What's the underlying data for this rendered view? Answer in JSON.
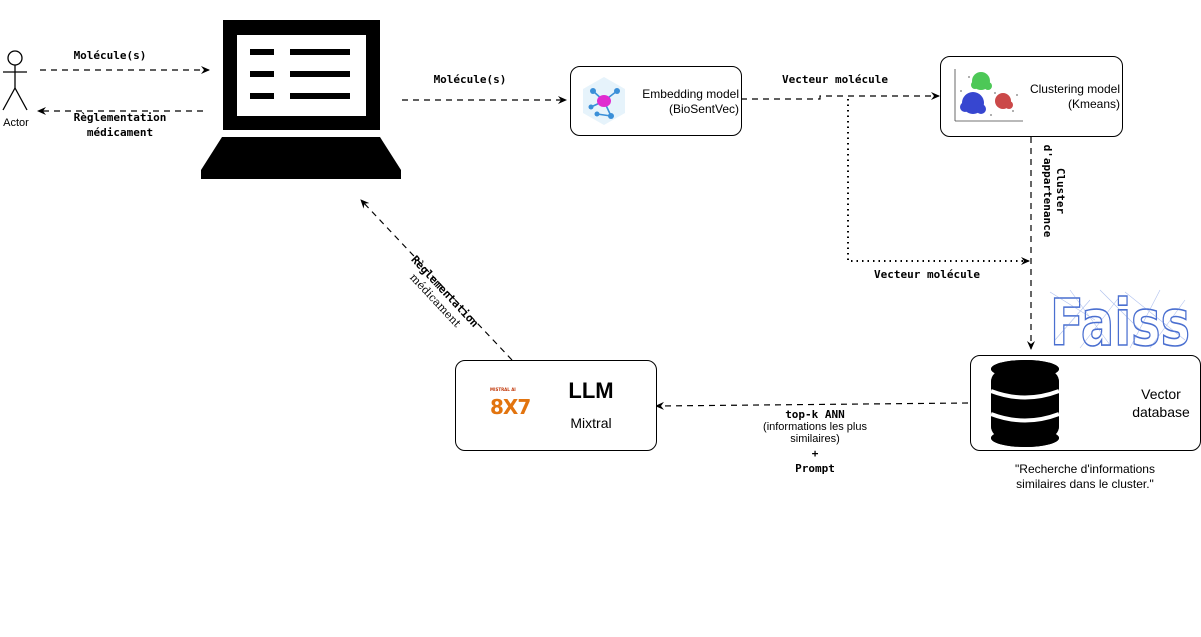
{
  "actor": {
    "label": "Actor"
  },
  "edges": {
    "actor_to_laptop": "Molécule(s)",
    "laptop_to_actor_line1": "Règlementation",
    "laptop_to_actor_line2": "médicament",
    "laptop_to_embedding": "Molécule(s)",
    "embedding_to_clustering": "Vecteur molécule",
    "clustering_to_db_line1": "Cluster",
    "clustering_to_db_line2": "d'appartenance",
    "embedding_to_db": "Vecteur molécule",
    "db_to_llm_line1": "top-k ANN",
    "db_to_llm_line2": "(informations les plus",
    "db_to_llm_line3": "similaires)",
    "db_to_llm_line4": "+",
    "db_to_llm_line5": "Prompt",
    "llm_to_laptop_line1": "Règlementation",
    "llm_to_laptop_line2": "médicament"
  },
  "nodes": {
    "embedding": {
      "line1": "Embedding model",
      "line2": "(BioSentVec)"
    },
    "clustering": {
      "line1": "Clustering model",
      "line2": "(Kmeans)"
    },
    "vector_db": {
      "line1": "Vector",
      "line2": "database",
      "caption_line1": "\"Recherche d'informations",
      "caption_line2": "similaires dans le cluster.\""
    },
    "faiss_logo": {
      "text": "Faiss"
    },
    "llm": {
      "title": "LLM",
      "subtitle": "Mixtral",
      "logo_text": "8X7",
      "logo_small": "MISTRAL AI"
    }
  }
}
